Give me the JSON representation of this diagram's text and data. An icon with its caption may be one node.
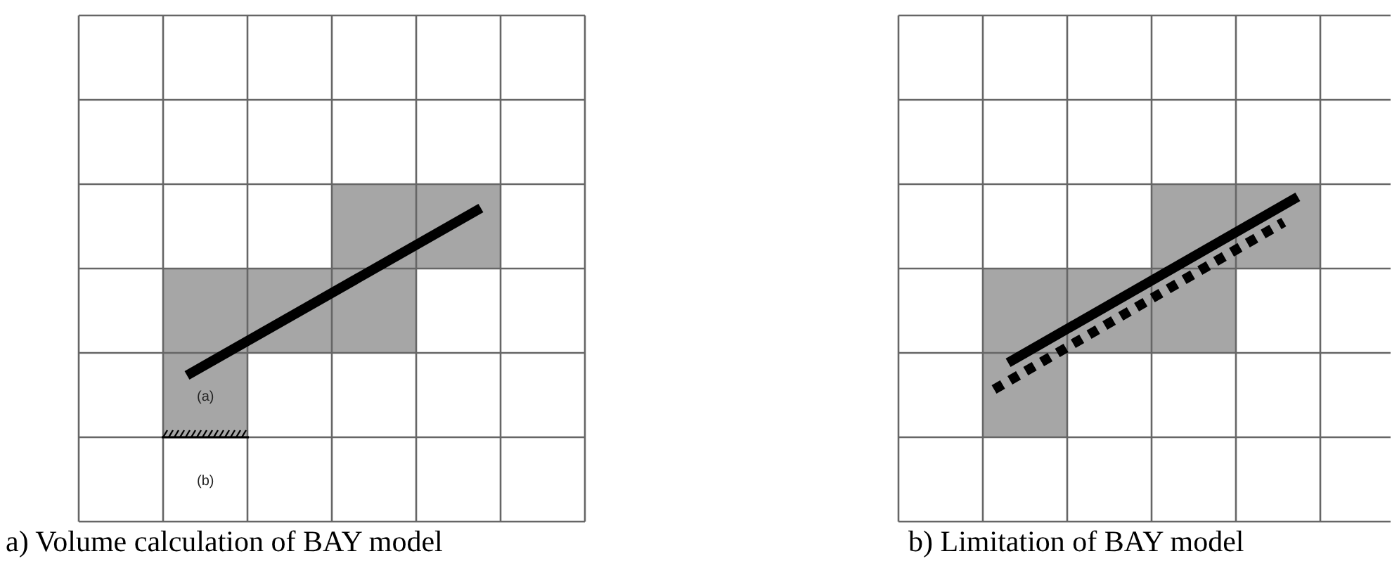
{
  "diagram": {
    "labels": [
      "(a)",
      "(b)",
      "a) Volume calculation of BAY model",
      "b) Limitation of BAY model"
    ]
  }
}
